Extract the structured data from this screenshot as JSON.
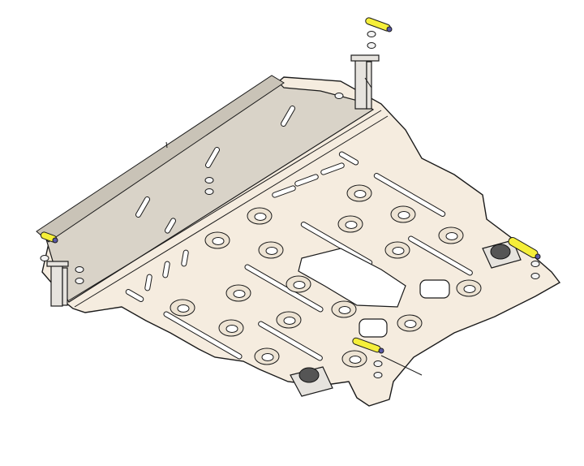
{
  "diagram": {
    "palette": {
      "plate": "#f5ecdf",
      "flange": "#d9d3c8",
      "fastener_tab": "#f5ef3a",
      "rubber_mount": "#555555",
      "outline": "#1a1a1a"
    },
    "parts": [
      {
        "name": "skid-plate",
        "icon": "skid-plate-icon"
      },
      {
        "name": "front-flange",
        "icon": "flange-icon"
      },
      {
        "name": "mounting-bracket",
        "icon": "bracket-icon"
      },
      {
        "name": "yellow-fastener-tab",
        "icon": "fastener-tab-icon"
      },
      {
        "name": "rubber-mount",
        "icon": "rubber-mount-icon"
      },
      {
        "name": "bolt",
        "icon": "bolt-icon"
      }
    ]
  }
}
